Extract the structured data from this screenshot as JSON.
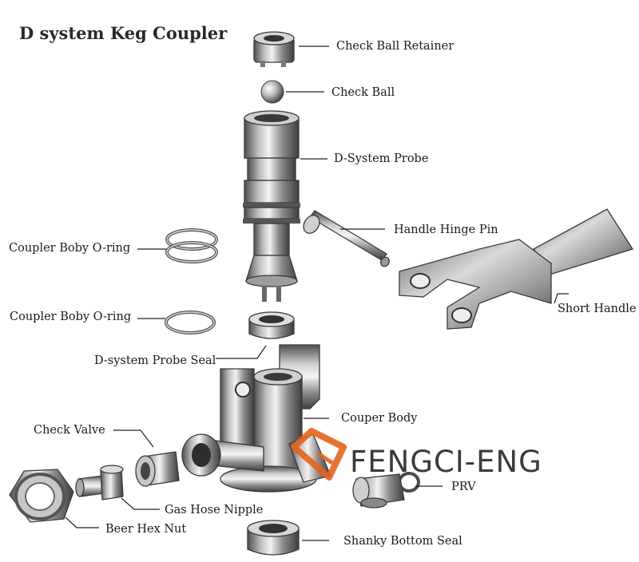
{
  "title": "D system Keg Coupler",
  "labels": {
    "check_ball_retainer": "Check Ball Retainer",
    "check_ball": "Check Ball",
    "d_system_probe": "D-System Probe",
    "handle_hinge_pin": "Handle Hinge Pin",
    "coupler_body_oring_1": "Coupler Boby O-ring",
    "coupler_body_oring_2": "Coupler Boby O-ring",
    "short_handle": "Short Handle",
    "d_system_probe_seal": "D-system Probe Seal",
    "couper_body": "Couper Body",
    "check_valve": "Check Valve",
    "prv": "PRV",
    "gas_hose_nipple": "Gas Hose Nipple",
    "beer_hex_nut": "Beer Hex Nut",
    "shanky_bottom_seal": "Shanky Bottom Seal"
  },
  "watermark": {
    "text": "FENGCI-ENG",
    "logo_color": "#e8621a",
    "text_color": "#3b3b3b"
  },
  "colors": {
    "metal_dark": "#5a5a5a",
    "metal_mid": "#9a9a9a",
    "metal_light": "#e6e6e6"
  }
}
